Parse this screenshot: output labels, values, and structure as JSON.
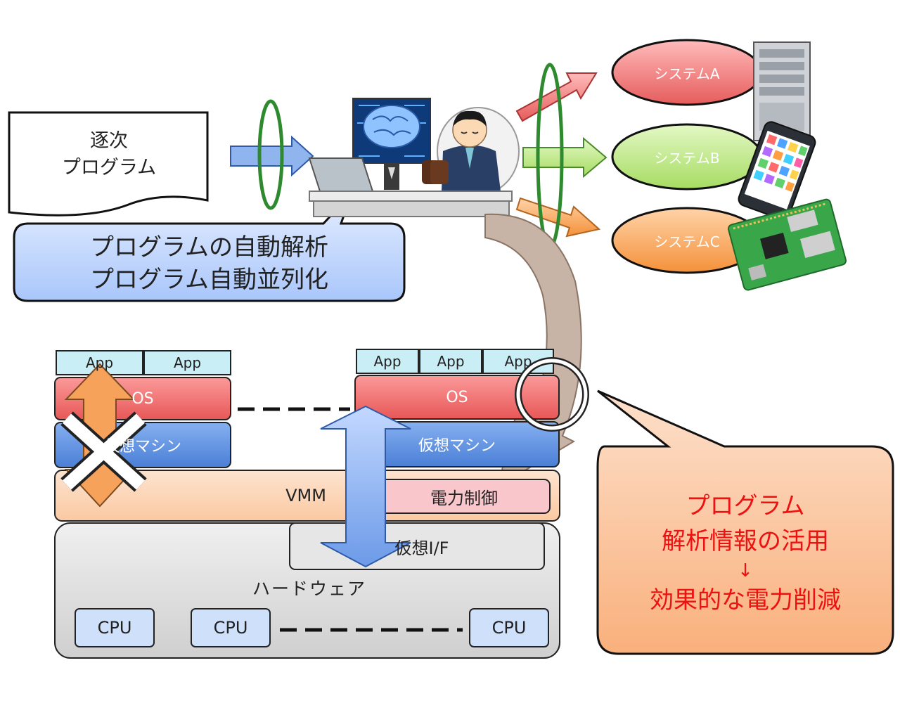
{
  "sequential_program": {
    "line1": "逐次",
    "line2": "プログラム"
  },
  "analysis_callout": {
    "line1": "プログラムの自動解析",
    "line2": "プログラム自動並列化"
  },
  "systems": [
    "システムA",
    "システムB",
    "システムC"
  ],
  "left_stack": {
    "apps": [
      "App",
      "App"
    ],
    "os": "OS",
    "vm": "仮想マシン"
  },
  "right_stack": {
    "apps": [
      "App",
      "App",
      "App"
    ],
    "os": "OS",
    "vm": "仮想マシン"
  },
  "vmm": {
    "label": "VMM",
    "power_control": "電力制御"
  },
  "hardware": {
    "label": "ハードウェア",
    "virtual_if": "仮想I/F",
    "cpus": [
      "CPU",
      "CPU",
      "CPU"
    ]
  },
  "result_callout": {
    "line1": "プログラム",
    "line2": "解析情報の活用",
    "arrow": "↓",
    "line3": "効果的な電力削減"
  },
  "colors": {
    "app": "#c9eef6",
    "os": "#f06c6c",
    "vm": "#5b8fde",
    "vmm": "#fcd2b2",
    "power": "#f9c6cc",
    "hardware": "#dcdcdc",
    "cpu": "#cfe0fb",
    "system_a": "#f07c7c",
    "system_b": "#b8e77c",
    "system_c": "#f9a35a",
    "result_text": "#ee1111"
  },
  "icons": [
    "server-icon",
    "smartphone-icon",
    "circuit-board-icon",
    "ai-brain-monitor-icon",
    "relaxed-worker-icon"
  ]
}
